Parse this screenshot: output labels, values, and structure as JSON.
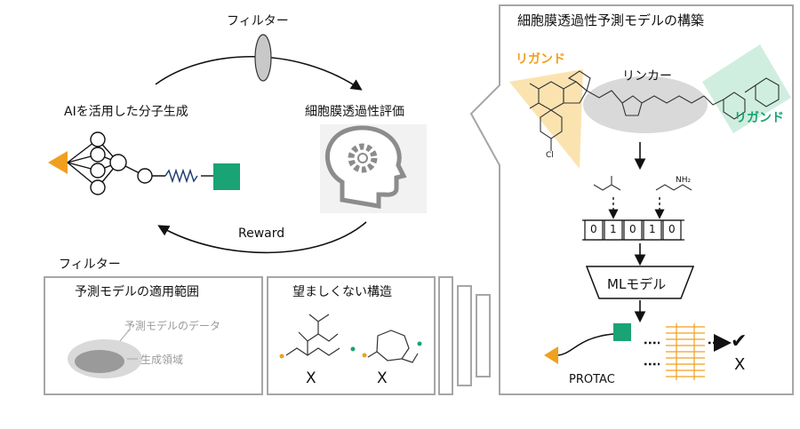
{
  "cycle": {
    "filter_top": "フィルター",
    "ai_generation": "AIを活用した分子生成",
    "evaluation": "細胞膜透過性評価",
    "reward": "Reward"
  },
  "filters": {
    "title": "フィルター",
    "domain_box": {
      "title": "予測モデルの適用範囲",
      "data_label": "予測モデルのデータ",
      "gen_label": "生成領域"
    },
    "undesired_box": {
      "title": "望ましくない構造",
      "mark_1": "X",
      "mark_2": "X"
    }
  },
  "right_panel": {
    "title": "細胞膜透過性予測モデルの構築",
    "ligand_left": "リガンド",
    "linker": "リンカー",
    "ligand_right": "リガンド",
    "fingerprint_bits": [
      "0",
      "1",
      "0",
      "1",
      "0"
    ],
    "ml_model": "MLモデル",
    "protac": "PROTAC",
    "result_ok": "✔",
    "result_ng": "X",
    "nh2_label": "NH₂",
    "cl_label": "Cl"
  },
  "colors": {
    "orange": "#f0a01e",
    "green": "#1aa374",
    "ligand_orange_fill": "#fbe3b0",
    "ligand_green_fill": "#cfeee0",
    "linker_fill": "#d9d9d9",
    "box_border": "#a6a6a6"
  }
}
